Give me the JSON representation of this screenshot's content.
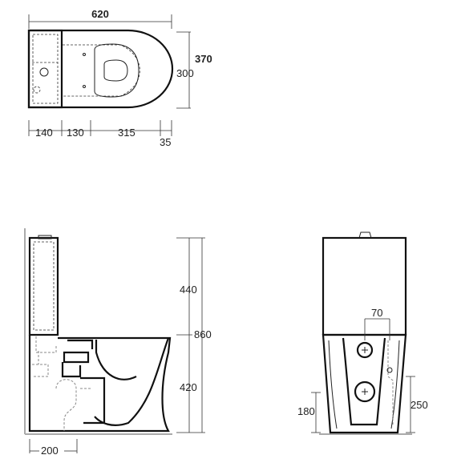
{
  "top_view": {
    "overall_width": "620",
    "overall_depth": "370",
    "seat_depth": "300",
    "segment_1": "140",
    "segment_2": "130",
    "segment_3": "315",
    "segment_4": "35"
  },
  "side_view": {
    "tank_height": "440",
    "total_height": "860",
    "bowl_height": "420",
    "outlet_offset": "200"
  },
  "front_view": {
    "inlet_spacing": "70",
    "left_height": "180",
    "right_height": "250"
  },
  "colors": {
    "outline": "#111111",
    "dimension_line": "#333333",
    "hidden_line": "#888888",
    "floor": "#aaaaaa"
  }
}
